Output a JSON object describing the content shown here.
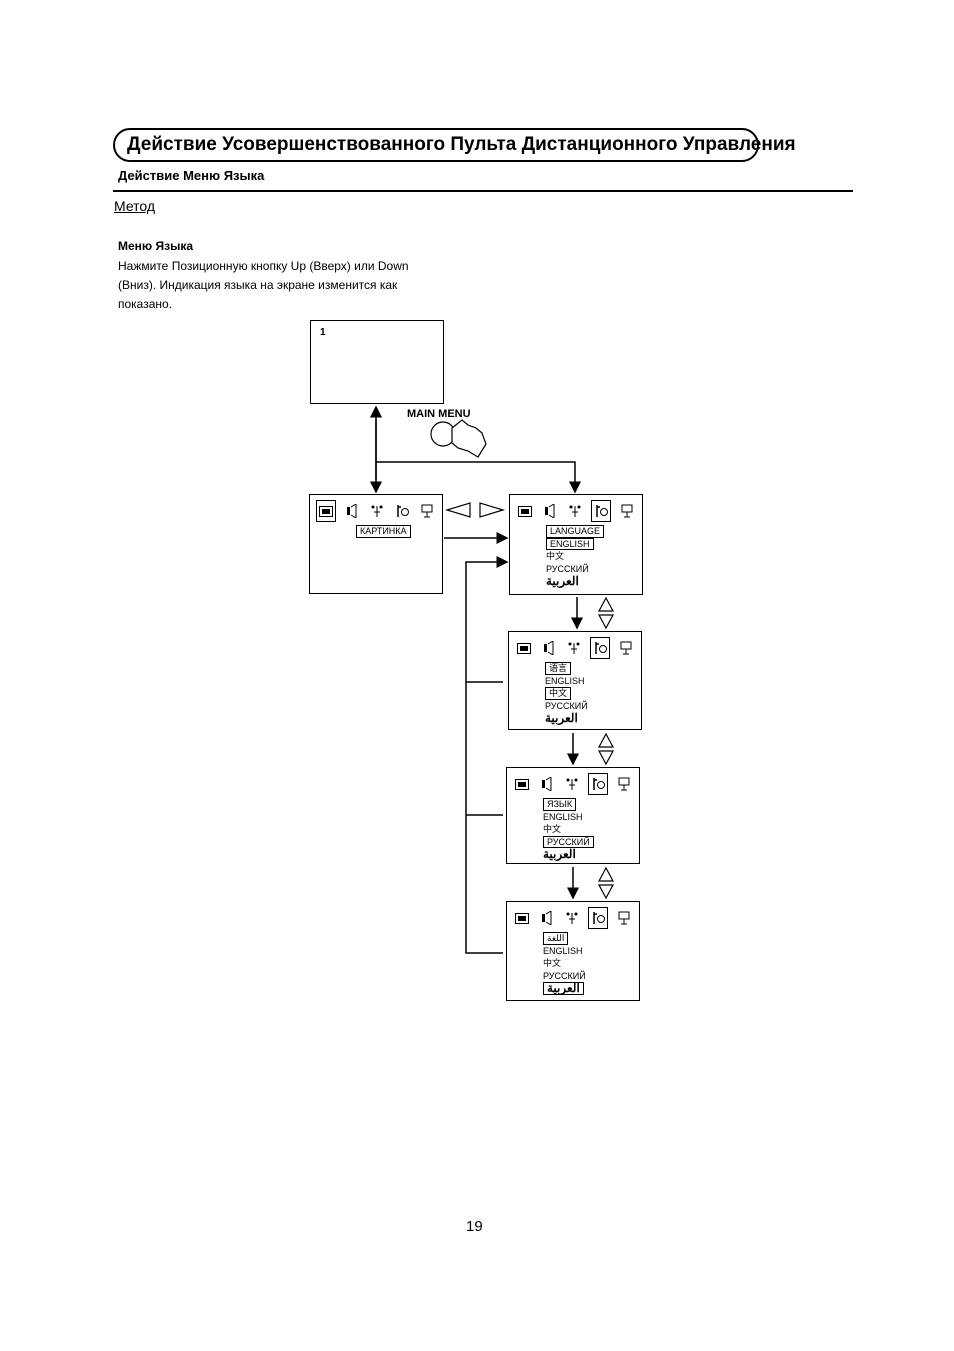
{
  "header": {
    "title": "Действие Усовершенствованного Пульта Дистанционного Управления",
    "subtitle": "Действие Меню Языка"
  },
  "method_label": "Метод",
  "section": {
    "heading": "Меню Языка",
    "body": "Нажмите Позиционную кнопку Up (Вверх) или Down (Вниз). Индикация языка на экране изменится как показано."
  },
  "diagram": {
    "tv_channel": "1",
    "main_menu_label": "MAIN MENU",
    "start_screen": {
      "item": "КАРТИНКА"
    },
    "screens": [
      {
        "header": "LANGUAGE",
        "items": [
          "ENGLISH",
          "中文",
          "РУССКИЙ",
          "العربية"
        ],
        "selected": 0
      },
      {
        "header": "语言",
        "items": [
          "ENGLISH",
          "中文",
          "РУССКИЙ",
          "العربية"
        ],
        "selected": 1
      },
      {
        "header": "ЯЗЫК",
        "items": [
          "ENGLISH",
          "中文",
          "РУССКИЙ",
          "العربية"
        ],
        "selected": 2
      },
      {
        "header": "اللغة",
        "items": [
          "ENGLISH",
          "中文",
          "РУССКИЙ",
          "العربية"
        ],
        "selected": 3
      }
    ]
  },
  "page_number": "19"
}
